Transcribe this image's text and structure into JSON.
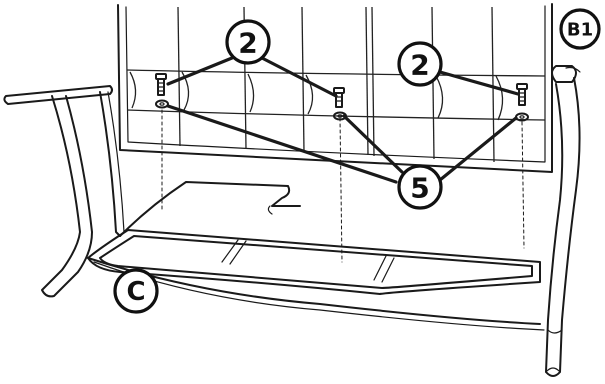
{
  "callouts": {
    "bolt_left": "2",
    "bolt_right": "2",
    "washer": "5",
    "frame": "C",
    "backrest": "B1"
  },
  "colors": {
    "ink": "#111111",
    "background": "#ffffff"
  }
}
